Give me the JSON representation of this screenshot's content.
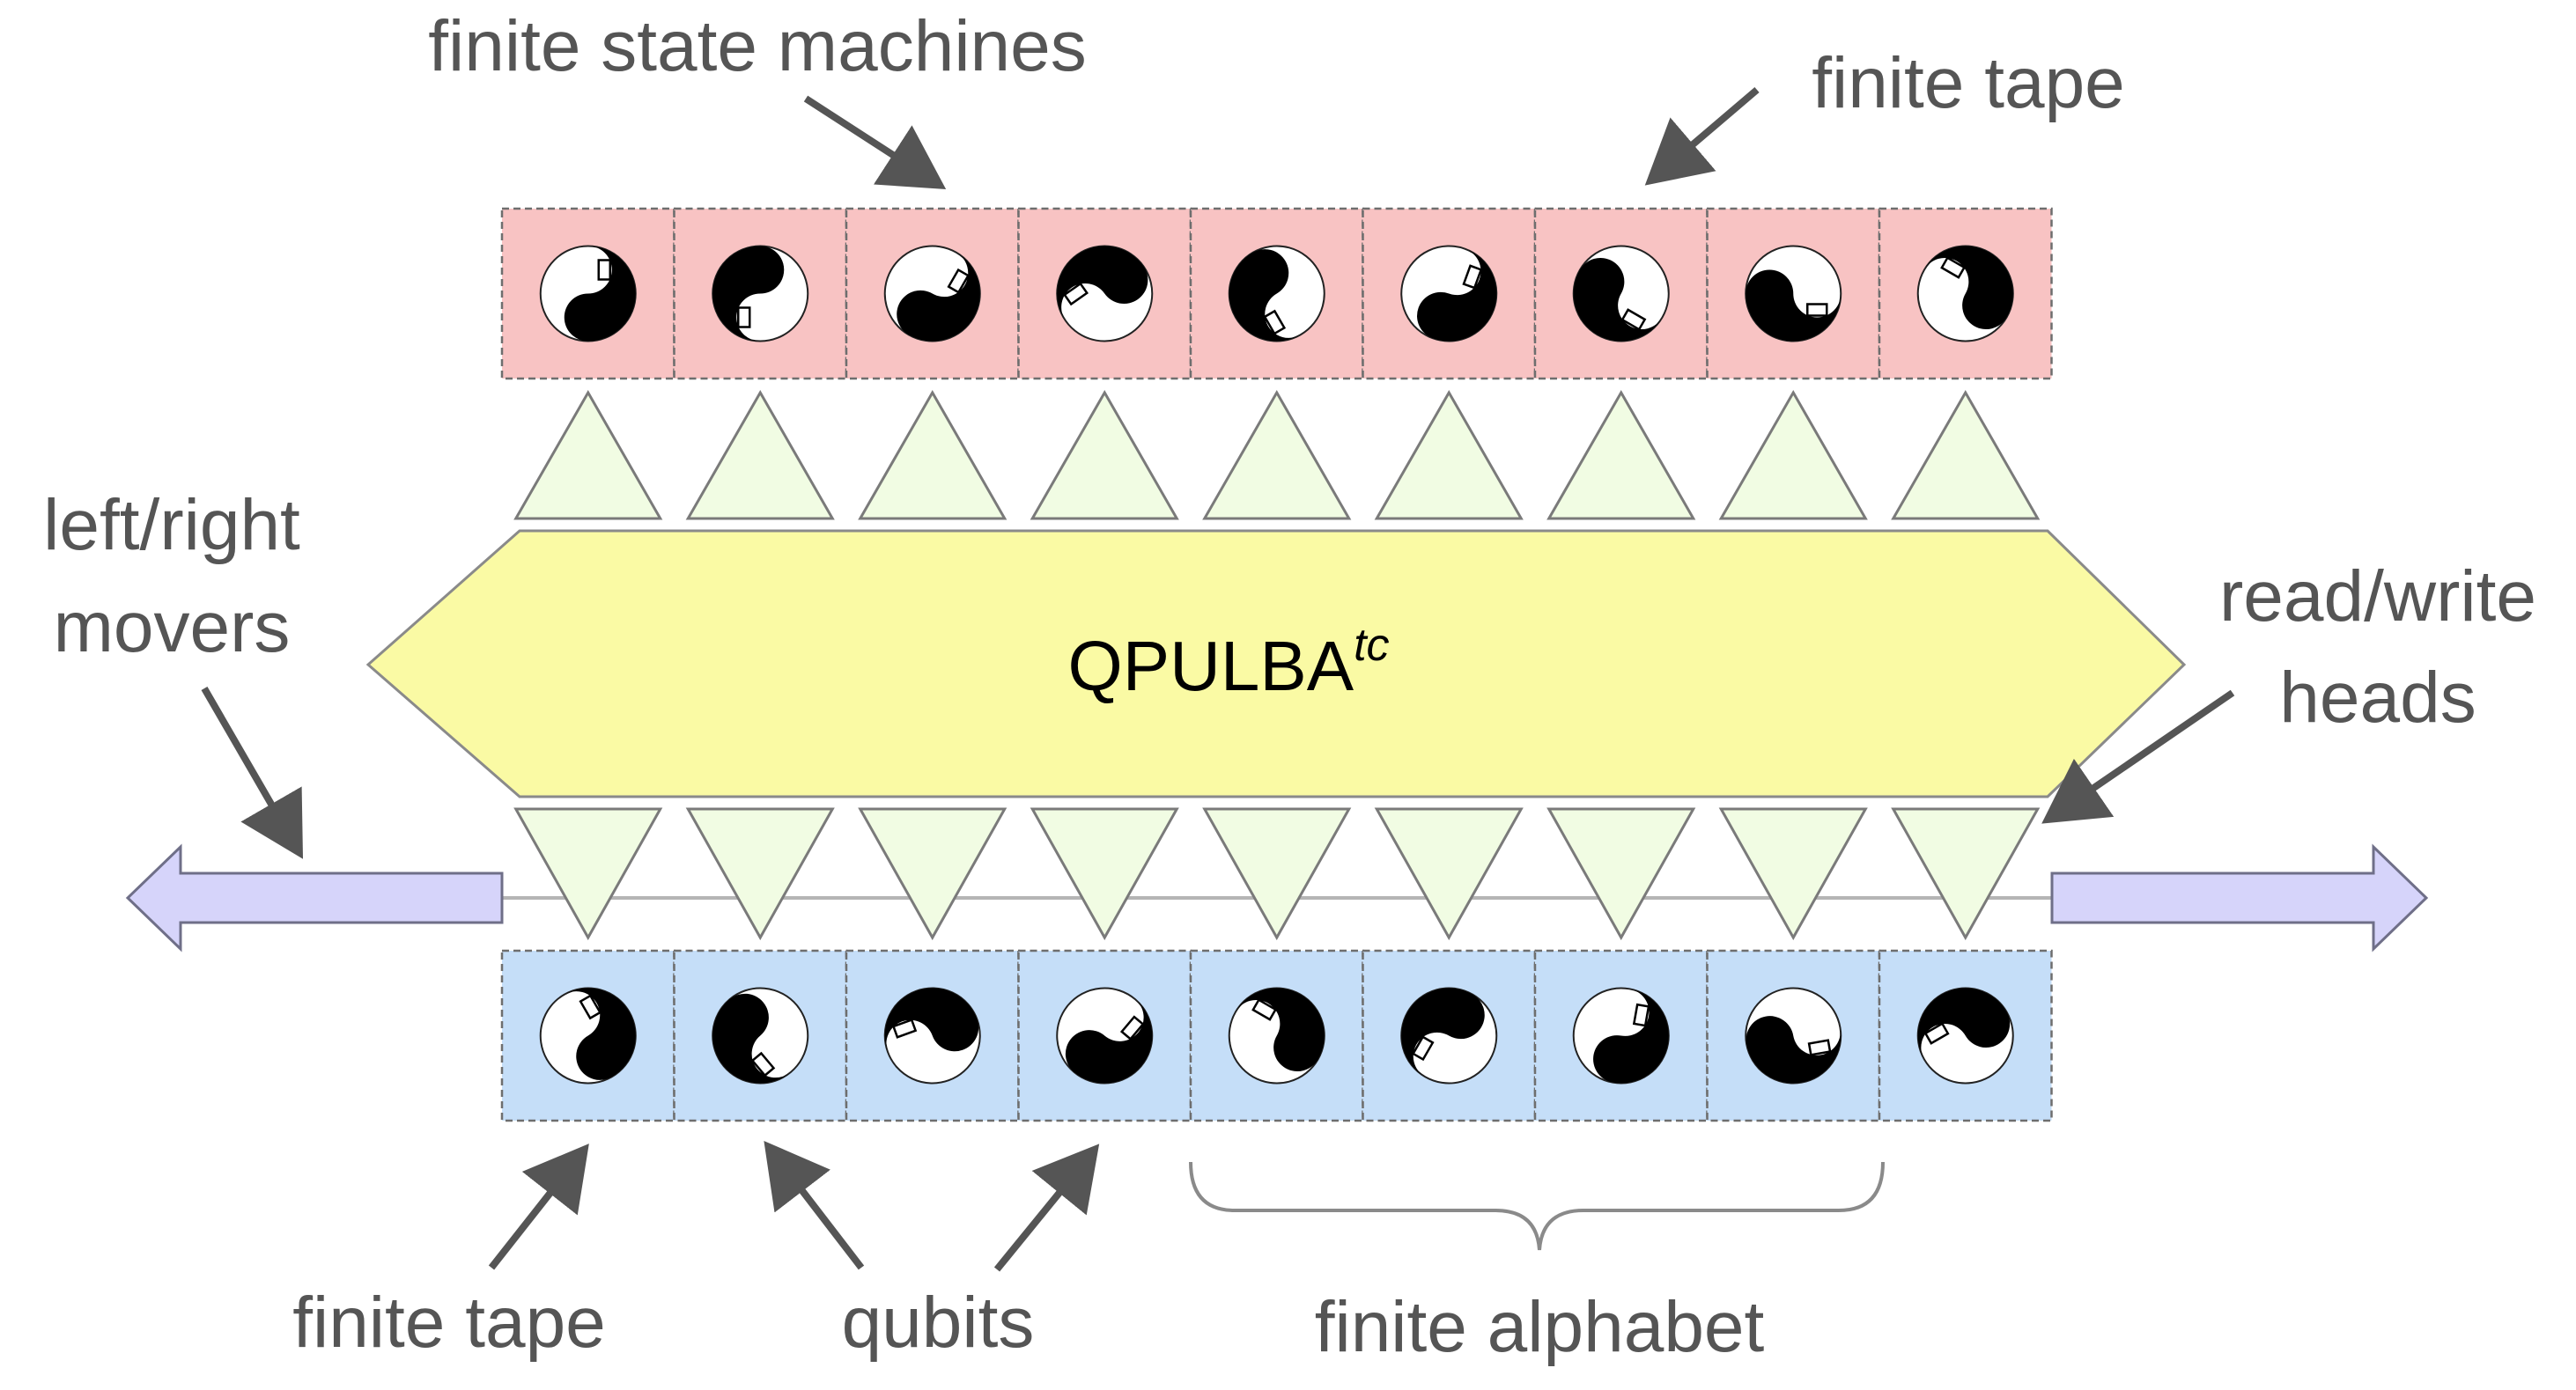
{
  "center": {
    "label": "QPULBA",
    "superscript": "tc"
  },
  "annotations": {
    "finite_state_machines": "finite state machines",
    "finite_tape_top": "finite tape",
    "left_right_movers_1": "left/right",
    "left_right_movers_2": "movers",
    "read_write_heads_1": "read/write",
    "read_write_heads_2": "heads",
    "finite_tape_bottom": "finite tape",
    "qubits": "qubits",
    "finite_alphabet": "finite alphabet"
  },
  "colors": {
    "fsm_cell": "#f8c3c3",
    "tape_cell": "#c5def8",
    "head_triangle": "#f1fce3",
    "processor": "#fafaa4",
    "mover_arrow": "#d6d4fa",
    "label": "#555555",
    "annotation_arrow": "#555555"
  },
  "cells": {
    "fsm": [
      {
        "icon": "yin-yang-qubit-icon",
        "rotation": 0
      },
      {
        "icon": "yin-yang-qubit-icon",
        "rotation": 180
      },
      {
        "icon": "yin-yang-qubit-icon",
        "rotation": 30
      },
      {
        "icon": "yin-yang-qubit-icon",
        "rotation": 235
      },
      {
        "icon": "yin-yang-qubit-icon",
        "rotation": 150
      },
      {
        "icon": "yin-yang-qubit-icon",
        "rotation": 20
      },
      {
        "icon": "yin-yang-qubit-icon",
        "rotation": 120
      },
      {
        "icon": "yin-yang-qubit-icon",
        "rotation": 90
      },
      {
        "icon": "yin-yang-qubit-icon",
        "rotation": 300
      }
    ],
    "tape": [
      {
        "icon": "yin-yang-qubit-icon",
        "rotation": 330
      },
      {
        "icon": "yin-yang-qubit-icon",
        "rotation": 140
      },
      {
        "icon": "yin-yang-qubit-icon",
        "rotation": 250
      },
      {
        "icon": "yin-yang-qubit-icon",
        "rotation": 40
      },
      {
        "icon": "yin-yang-qubit-icon",
        "rotation": 300
      },
      {
        "icon": "yin-yang-qubit-icon",
        "rotation": 210
      },
      {
        "icon": "yin-yang-qubit-icon",
        "rotation": 10
      },
      {
        "icon": "yin-yang-qubit-icon",
        "rotation": 80
      },
      {
        "icon": "yin-yang-qubit-icon",
        "rotation": 240
      }
    ]
  }
}
